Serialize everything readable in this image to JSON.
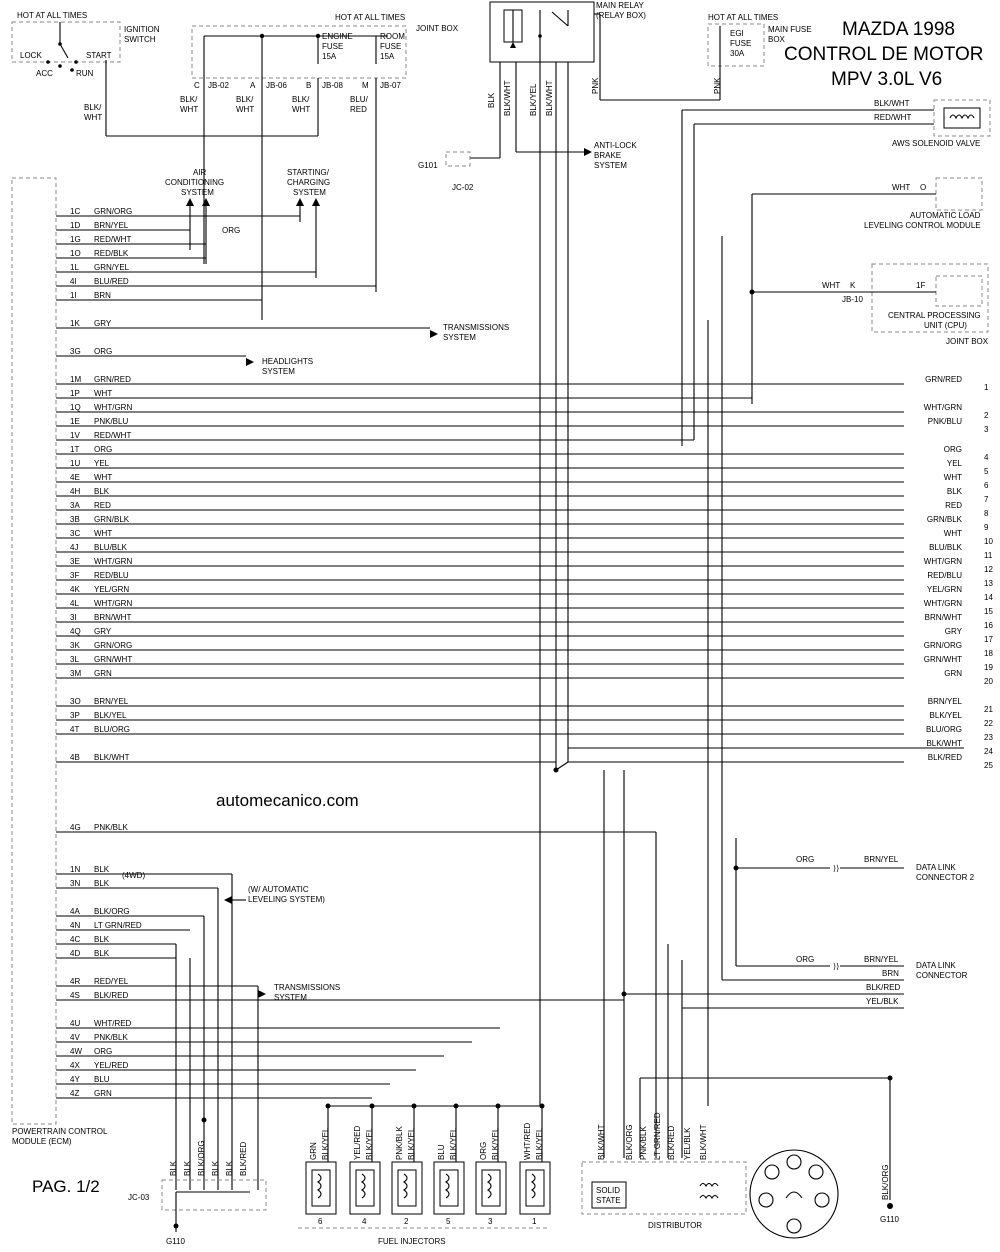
{
  "title": {
    "line1": "MAZDA 1998",
    "line2": "CONTROL DE MOTOR",
    "line3": "MPV 3.0L V6"
  },
  "watermark": "automecanico.com",
  "page_label": "PAG. 1/2",
  "top": {
    "hot_all_times": "HOT AT ALL TIMES",
    "ignition_switch": [
      "IGNITION",
      "SWITCH"
    ],
    "lock": "LOCK",
    "acc": "ACC",
    "start": "START",
    "run": "RUN",
    "ign_wire": [
      "BLK/",
      "WHT"
    ],
    "joint_box": "JOINT BOX",
    "engine_fuse": [
      "ENGINE",
      "FUSE",
      "15A"
    ],
    "room_fuse": [
      "ROOM",
      "FUSE",
      "15A"
    ],
    "jb_labels": [
      "JB-02",
      "JB-06",
      "JB-08",
      "JB-07"
    ],
    "jb_pins": [
      "C",
      "A",
      "B",
      "M"
    ],
    "jb_wires": [
      [
        "BLK/",
        "WHT"
      ],
      [
        "BLK/",
        "WHT"
      ],
      [
        "BLK/",
        "WHT"
      ],
      [
        "BLU/",
        "RED"
      ]
    ],
    "main_relay": [
      "MAIN RELAY",
      "(RELAY BOX)"
    ],
    "relay_wires": [
      "BLK",
      "BLK/WHT",
      "BLK/YEL",
      "BLK/WHT"
    ],
    "main_fuse_box": [
      "MAIN FUSE",
      "BOX"
    ],
    "egi_fuse": [
      "EGI",
      "FUSE",
      "30A"
    ],
    "pnk": "PNK",
    "anti_lock": [
      "ANTI-LOCK",
      "BRAKE",
      "SYSTEM"
    ],
    "g101": "G101",
    "jc02": "JC-02",
    "aws_wires": [
      "BLK/WHT",
      "RED/WHT"
    ],
    "aws_valve": "AWS SOLENOID VALVE",
    "air_cond": [
      "AIR",
      "CONDITIONING",
      "SYSTEM"
    ],
    "starting": [
      "STARTING/",
      "CHARGING",
      "SYSTEM"
    ],
    "org_label": "ORG",
    "auto_load": [
      "AUTOMATIC LOAD",
      "LEVELING CONTROL MODULE"
    ],
    "auto_load_wire": "WHT",
    "auto_load_pin": "O",
    "cpu_wire": "WHT",
    "cpu_pin": "K",
    "cpu_jb": "JB-10",
    "cpu_pin2": "1F",
    "cpu": [
      "CENTRAL PROCESSING",
      "UNIT (CPU)"
    ],
    "cpu_joint_box": "JOINT BOX",
    "trans_system": [
      "TRANSMISSIONS",
      "SYSTEM"
    ],
    "headlights": [
      "HEADLIGHTS",
      "SYSTEM"
    ]
  },
  "pcm_pins": [
    {
      "pin": "1C",
      "wire": "GRN/ORG"
    },
    {
      "pin": "1D",
      "wire": "BRN/YEL"
    },
    {
      "pin": "1G",
      "wire": "RED/WHT"
    },
    {
      "pin": "1O",
      "wire": "RED/BLK"
    },
    {
      "pin": "1L",
      "wire": "GRN/YEL"
    },
    {
      "pin": "4I",
      "wire": "BLU/RED"
    },
    {
      "pin": "1I",
      "wire": "BRN"
    },
    {
      "pin": "1K",
      "wire": "GRY"
    },
    {
      "pin": "3G",
      "wire": "ORG"
    },
    {
      "pin": "1M",
      "wire": "GRN/RED"
    },
    {
      "pin": "1P",
      "wire": "WHT"
    },
    {
      "pin": "1Q",
      "wire": "WHT/GRN"
    },
    {
      "pin": "1E",
      "wire": "PNK/BLU"
    },
    {
      "pin": "1V",
      "wire": "RED/WHT"
    },
    {
      "pin": "1T",
      "wire": "ORG"
    },
    {
      "pin": "1U",
      "wire": "YEL"
    },
    {
      "pin": "4E",
      "wire": "WHT"
    },
    {
      "pin": "4H",
      "wire": "BLK"
    },
    {
      "pin": "3A",
      "wire": "RED"
    },
    {
      "pin": "3B",
      "wire": "GRN/BLK"
    },
    {
      "pin": "3C",
      "wire": "WHT"
    },
    {
      "pin": "4J",
      "wire": "BLU/BLK"
    },
    {
      "pin": "3E",
      "wire": "WHT/GRN"
    },
    {
      "pin": "3F",
      "wire": "RED/BLU"
    },
    {
      "pin": "4K",
      "wire": "YEL/GRN"
    },
    {
      "pin": "4L",
      "wire": "WHT/GRN"
    },
    {
      "pin": "3I",
      "wire": "BRN/WHT"
    },
    {
      "pin": "4Q",
      "wire": "GRY"
    },
    {
      "pin": "3K",
      "wire": "GRN/ORG"
    },
    {
      "pin": "3L",
      "wire": "GRN/WHT"
    },
    {
      "pin": "3M",
      "wire": "GRN"
    },
    {
      "pin": "3O",
      "wire": "BRN/YEL"
    },
    {
      "pin": "3P",
      "wire": "BLK/YEL"
    },
    {
      "pin": "4T",
      "wire": "BLU/ORG"
    },
    {
      "pin": "4B",
      "wire": "BLK/WHT"
    },
    {
      "pin": "4G",
      "wire": "PNK/BLK"
    },
    {
      "pin": "1N",
      "wire": "BLK"
    },
    {
      "pin": "3N",
      "wire": "BLK"
    },
    {
      "pin": "4A",
      "wire": "BLK/ORG"
    },
    {
      "pin": "4N",
      "wire": "LT GRN/RED"
    },
    {
      "pin": "4C",
      "wire": "BLK"
    },
    {
      "pin": "4D",
      "wire": "BLK"
    },
    {
      "pin": "4R",
      "wire": "RED/YEL"
    },
    {
      "pin": "4S",
      "wire": "BLK/RED"
    },
    {
      "pin": "4U",
      "wire": "WHT/RED"
    },
    {
      "pin": "4V",
      "wire": "PNK/BLK"
    },
    {
      "pin": "4W",
      "wire": "ORG"
    },
    {
      "pin": "4X",
      "wire": "YEL/RED"
    },
    {
      "pin": "4Y",
      "wire": "BLU"
    },
    {
      "pin": "4Z",
      "wire": "GRN"
    }
  ],
  "right_refs": [
    {
      "wire": "GRN/RED",
      "num": "1"
    },
    {
      "wire": "WHT/GRN",
      "num": "2"
    },
    {
      "wire": "PNK/BLU",
      "num": "3"
    },
    {
      "wire": "ORG",
      "num": "4"
    },
    {
      "wire": "YEL",
      "num": "5"
    },
    {
      "wire": "WHT",
      "num": "6"
    },
    {
      "wire": "BLK",
      "num": "7"
    },
    {
      "wire": "RED",
      "num": "8"
    },
    {
      "wire": "GRN/BLK",
      "num": "9"
    },
    {
      "wire": "WHT",
      "num": "10"
    },
    {
      "wire": "BLU/BLK",
      "num": "11"
    },
    {
      "wire": "WHT/GRN",
      "num": "12"
    },
    {
      "wire": "RED/BLU",
      "num": "13"
    },
    {
      "wire": "YEL/GRN",
      "num": "14"
    },
    {
      "wire": "WHT/GRN",
      "num": "15"
    },
    {
      "wire": "BRN/WHT",
      "num": "16"
    },
    {
      "wire": "GRY",
      "num": "17"
    },
    {
      "wire": "GRN/ORG",
      "num": "18"
    },
    {
      "wire": "GRN/WHT",
      "num": "19"
    },
    {
      "wire": "GRN",
      "num": "20"
    },
    {
      "wire": "BRN/YEL",
      "num": "21"
    },
    {
      "wire": "BLK/YEL",
      "num": "22"
    },
    {
      "wire": "BLU/ORG",
      "num": "23"
    },
    {
      "wire": "BLK/WHT",
      "num": "24"
    },
    {
      "wire": "BLK/RED",
      "num": "25"
    }
  ],
  "mid": {
    "w4wd": "(4WD)",
    "auto_leveling": [
      "(W/ AUTOMATIC",
      "LEVELING SYSTEM)"
    ],
    "dlc2_wires": [
      "ORG",
      "BRN/YEL"
    ],
    "dlc2": [
      "DATA LINK",
      "CONNECTOR 2"
    ],
    "dlc_wires": [
      "ORG",
      "BRN/YEL",
      "BRN",
      "BLK/RED",
      "YEL/BLK"
    ],
    "dlc": [
      "DATA LINK",
      "CONNECTOR"
    ],
    "pcm": [
      "POWERTRAIN CONTROL",
      "MODULE (ECM)"
    ]
  },
  "bottom": {
    "g110": "G110",
    "jc03": "JC-03",
    "jc03_wires": [
      "BLK",
      "BLK",
      "BLK/ORG",
      "BLK",
      "BLK",
      "BLK/RED"
    ],
    "injector_wires": [
      "GRN",
      "BLK/YEL",
      "YEL/RED",
      "BLK/YEL",
      "PNK/BLK",
      "BLK/YEL",
      "BLU",
      "BLK/YEL",
      "ORG",
      "BLK/YEL",
      "WHT/RED",
      "BLK/YEL"
    ],
    "injector_nums": [
      "6",
      "4",
      "2",
      "5",
      "3",
      "1"
    ],
    "fuel_injectors": "FUEL INJECTORS",
    "dist_wires": [
      "BLK/WHT",
      "BLK/ORG",
      "PNK/BLK",
      "LT GRN/RED",
      "BLK/RED",
      "YEL/BLK",
      "BLK/WHT"
    ],
    "solid_state": [
      "SOLID",
      "STATE"
    ],
    "distributor": "DISTRIBUTOR",
    "ground_wire": "BLK/ORG",
    "g110b": "G110"
  }
}
